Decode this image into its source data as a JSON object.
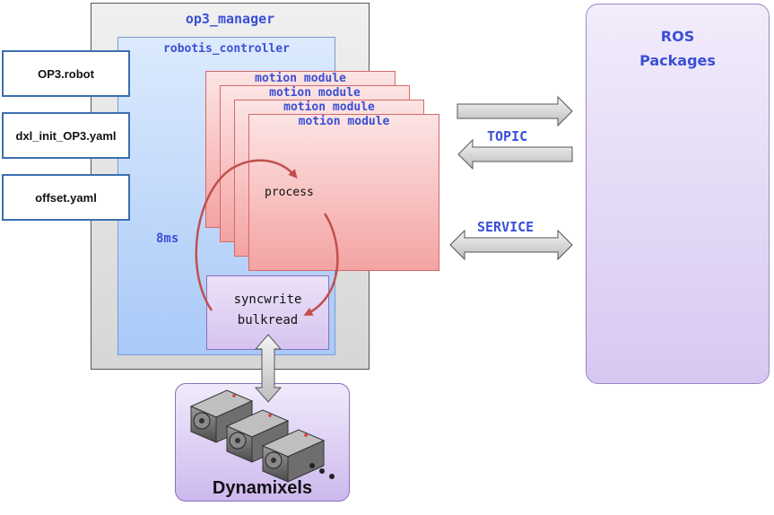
{
  "manager": {
    "title": "op3_manager"
  },
  "controller": {
    "title": "robotis_controller",
    "period_label": "8ms"
  },
  "modules": [
    {
      "label": "motion module"
    },
    {
      "label": "motion module"
    },
    {
      "label": "motion module"
    },
    {
      "label": "motion module"
    }
  ],
  "process_label": "process",
  "sync": {
    "line1": "syncwrite",
    "line2": "bulkread"
  },
  "files": [
    {
      "label": "OP3.robot"
    },
    {
      "label": "dxl_init_OP3.yaml"
    },
    {
      "label": "offset.yaml"
    }
  ],
  "ros": {
    "line1": "ROS",
    "line2": "Packages"
  },
  "links": {
    "topic": "TOPIC",
    "service": "SERVICE"
  },
  "dynamixels": {
    "label": "Dynamixels"
  },
  "icons": [
    "motor-icon",
    "ellipsis-icon",
    "double-arrow-icon"
  ],
  "colors": {
    "label_blue": "#3a4fd6",
    "arrow_red": "#c0504d"
  }
}
